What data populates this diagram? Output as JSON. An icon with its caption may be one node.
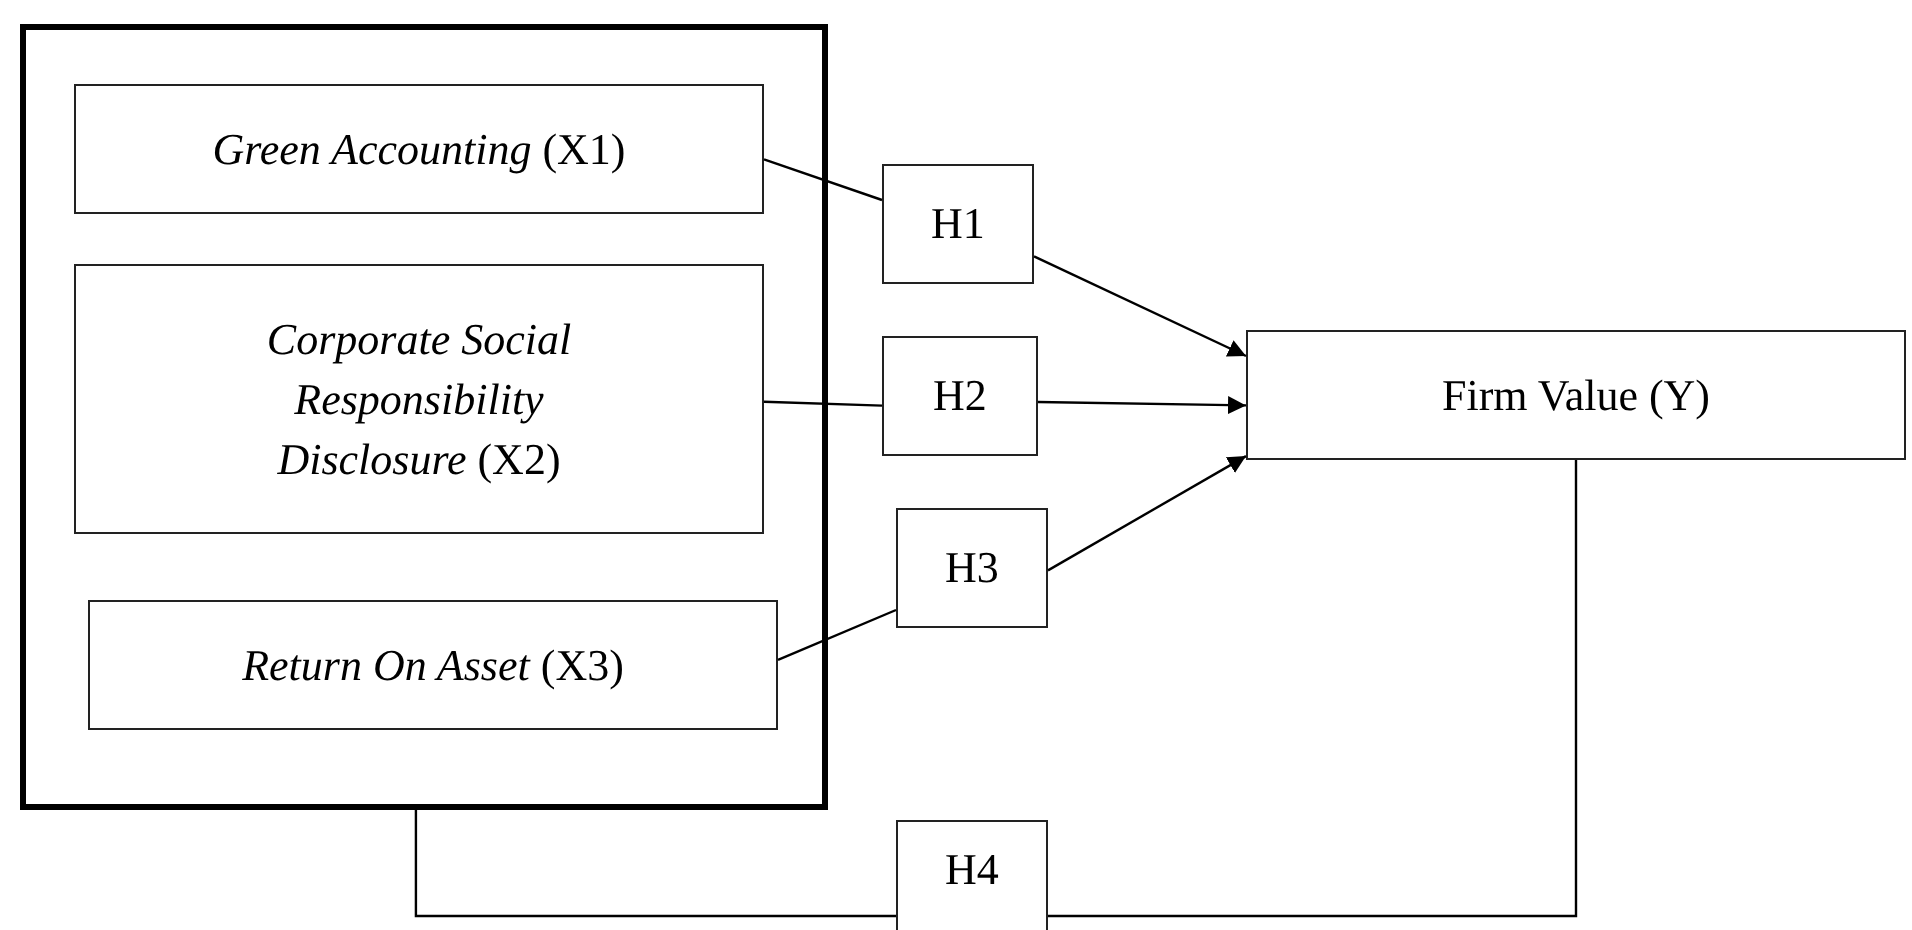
{
  "diagram": {
    "nodes": [
      {
        "text": [],
        "shape": "box"
      },
      {
        "text": [
          "*Green Accounting* (X1)"
        ],
        "in": 0
      },
      {
        "text": [
          "*Corporate Social Responsibility Disclosure* (X2)"
        ],
        "in": 0
      },
      {
        "text": [
          "*Return On Asset* (X3)"
        ],
        "in": 0
      },
      {
        "text": [
          "H1"
        ]
      },
      {
        "text": [
          "H2"
        ]
      },
      {
        "text": [
          "H3"
        ]
      },
      {
        "text": [
          "Firm Value (Y)"
        ]
      },
      {
        "text": [
          "H4"
        ]
      }
    ],
    "edges": [
      {
        "from": 1,
        "to": 4,
        "arrow": "none"
      },
      {
        "from": 4,
        "to": 7,
        "arrow": "to"
      },
      {
        "from": 2,
        "to": 5,
        "arrow": "none"
      },
      {
        "from": 5,
        "to": 7,
        "arrow": "to"
      },
      {
        "from": 3,
        "to": 6,
        "arrow": "none"
      },
      {
        "from": 6,
        "to": 7,
        "arrow": "to"
      },
      {
        "from": 0,
        "to": 8,
        "arrow": "none"
      },
      {
        "from": 8,
        "to": 7,
        "arrow": "none"
      }
    ]
  }
}
